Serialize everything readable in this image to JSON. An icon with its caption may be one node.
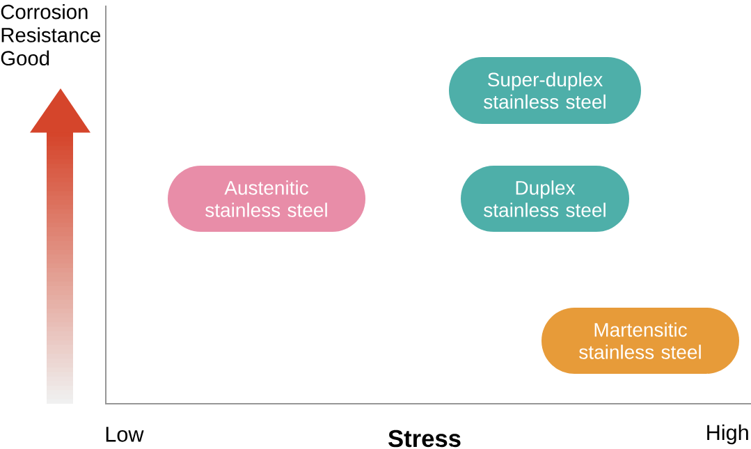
{
  "diagram": {
    "nodes": [
      {
        "text": [
          "Super-duplex stainless steel"
        ]
      },
      {
        "text": [
          "Austenitic stainless steel"
        ]
      },
      {
        "text": [
          "Duplex stainless steel"
        ]
      },
      {
        "text": [
          "Martensitic stainless steel"
        ]
      }
    ],
    "labels": [
      "Corrosion Resistance Good",
      "Low",
      "Stress",
      "High"
    ]
  }
}
